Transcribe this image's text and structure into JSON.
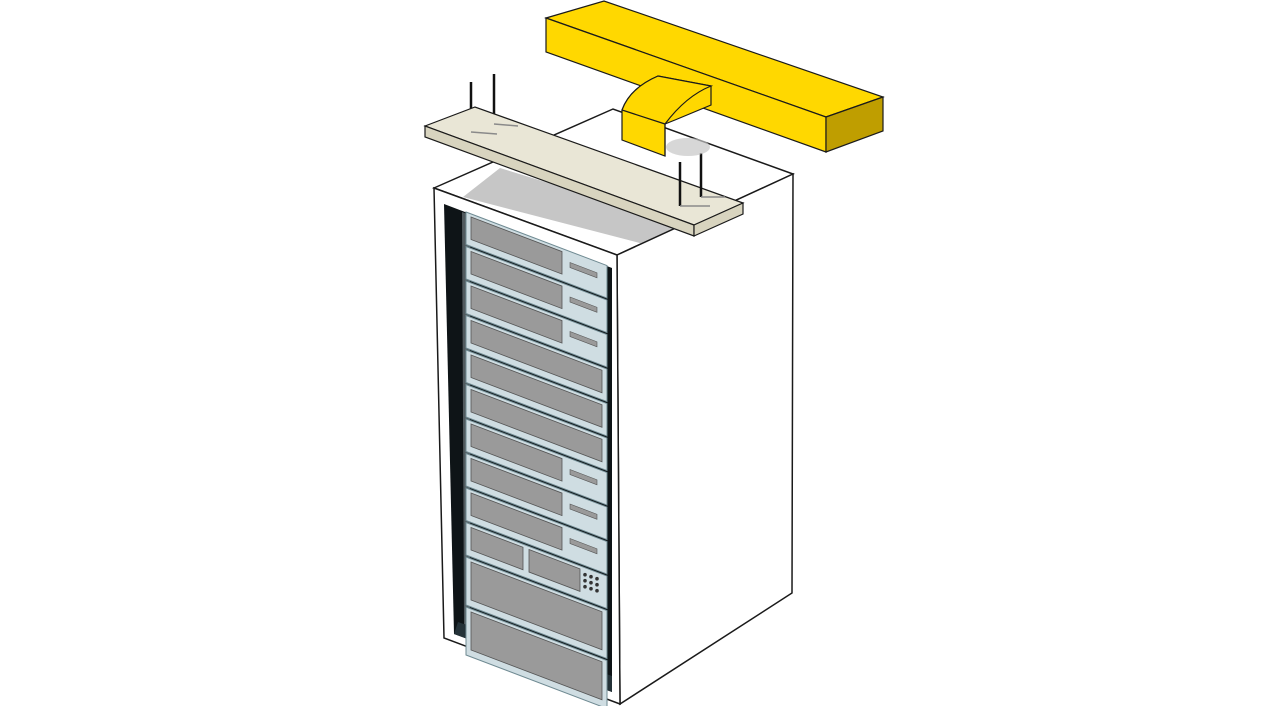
{
  "diagram": {
    "colors": {
      "background": "#ffffff",
      "outline": "#1a1a1a",
      "cabinet_front": "#ffffff",
      "cabinet_side": "#ffffff",
      "cabinet_top": "#ffffff",
      "cabinet_top_shadow": "#c6c6c6",
      "cabinet_interior": "#0e1417",
      "cabinet_interior_bottom": "#243238",
      "tray_top": "#e9e6d6",
      "tray_side": "#d8d4bf",
      "duct_top": "#ffd800",
      "duct_front": "#ffd800",
      "duct_end": "#bf9e00",
      "unit_frame": "#cfdde2",
      "unit_panel": "#9a9a9a",
      "rod": "#111111",
      "bracket": "#8a8a8a"
    },
    "rack_units": [
      {
        "type": "server-1u-with-label"
      },
      {
        "type": "server-1u-with-label"
      },
      {
        "type": "server-1u-with-label"
      },
      {
        "type": "server-1u-blank"
      },
      {
        "type": "server-1u-blank"
      },
      {
        "type": "server-1u-blank"
      },
      {
        "type": "server-1u-with-label"
      },
      {
        "type": "server-1u-with-label"
      },
      {
        "type": "server-1u-with-label"
      },
      {
        "type": "switch-1u-with-keypad"
      },
      {
        "type": "storage-2u"
      },
      {
        "type": "storage-2u"
      }
    ]
  }
}
